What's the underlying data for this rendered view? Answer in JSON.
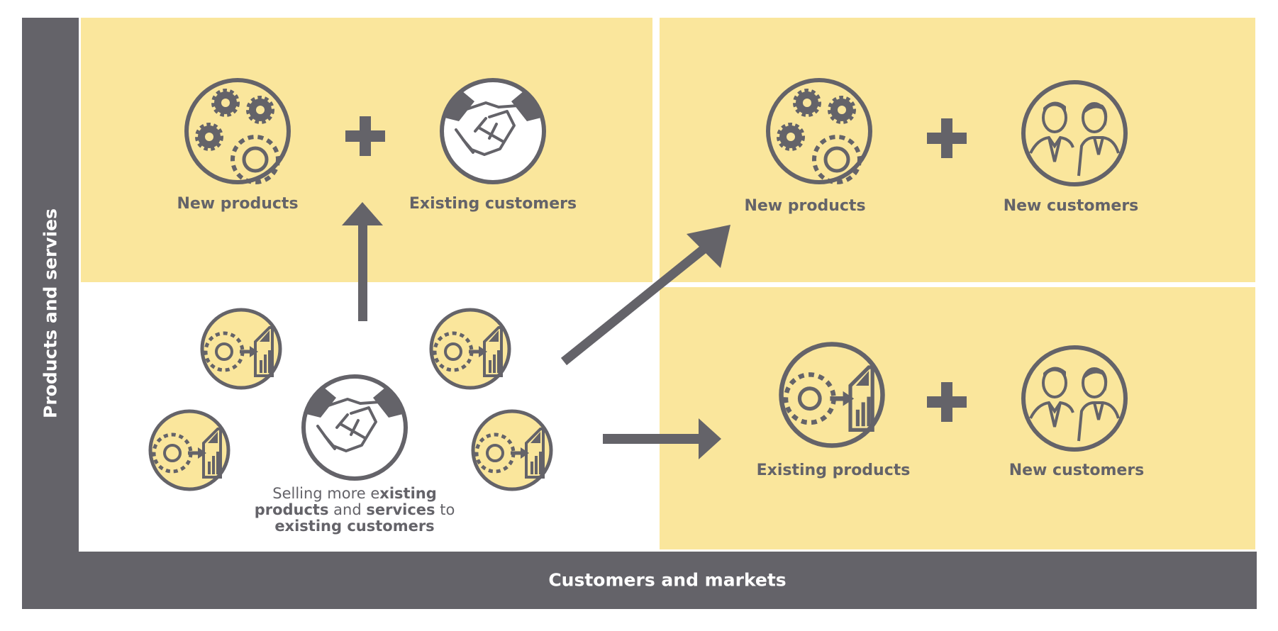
{
  "axes": {
    "vertical_label": "Products and servies",
    "horizontal_label": "Customers and markets"
  },
  "quadrants": {
    "top_left": {
      "left_label": "New products",
      "right_label": "Existing customers"
    },
    "top_right": {
      "left_label": "New products",
      "right_label": "New customers"
    },
    "bottom_right": {
      "left_label": "Existing products",
      "right_label": "New customers"
    },
    "bottom_left": {
      "caption_1": "Selling more e",
      "caption_2": "xisting",
      "caption_3": "products",
      "caption_4": " and ",
      "caption_5": "services",
      "caption_6": " to",
      "caption_7": "existing customers"
    }
  },
  "colors": {
    "yellow": "#fae69c",
    "gray": "#646369",
    "white": "#ffffff"
  },
  "icons": [
    "gears-icon",
    "handshake-icon",
    "two-people-icon",
    "gear-to-report-icon",
    "plus-icon",
    "arrow-icon"
  ]
}
